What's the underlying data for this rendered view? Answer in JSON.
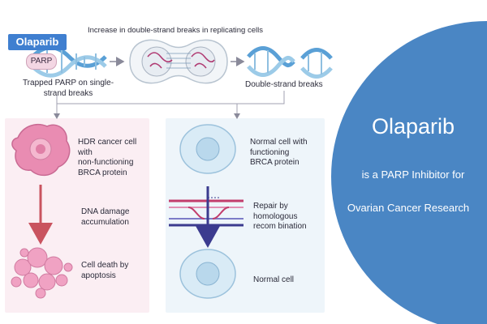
{
  "header": {
    "top_caption": "Increase in double-strand breaks in replicating cells",
    "drug_tag": "Olaparib",
    "parp_label": "PARP",
    "trapped_caption_line1": "Trapped PARP on single-",
    "trapped_caption_line2": "strand breaks",
    "dsb_caption": "Double-strand breaks"
  },
  "left_panel": {
    "hdr_line1": "HDR cancer cell with",
    "hdr_line2": "non-functioning",
    "hdr_line3": "BRCA protein",
    "damage_line1": "DNA damage",
    "damage_line2": "accumulation",
    "death_line1": "Cell death by",
    "death_line2": "apoptosis"
  },
  "right_panel": {
    "normal_line1": "Normal cell with",
    "normal_line2": "functioning",
    "normal_line3": "BRCA protein",
    "repair_line1": "Repair by",
    "repair_line2": "homologous",
    "repair_line3": "recom bination",
    "result": "Normal cell"
  },
  "banner": {
    "title": "Olaparib",
    "line1": "is a PARP Inhibitor for",
    "line2": "Ovarian Cancer Research"
  },
  "colors": {
    "banner_blue": "#4a86c4",
    "tag_blue": "#3f7fd0",
    "left_panel_bg": "#fbeef3",
    "right_panel_bg": "#eef5fa",
    "cancer_pink": "#e98cb2",
    "normal_blue": "#b9d8ec",
    "arrow_red": "#c9535f",
    "arrow_navy": "#3b3b8f"
  }
}
